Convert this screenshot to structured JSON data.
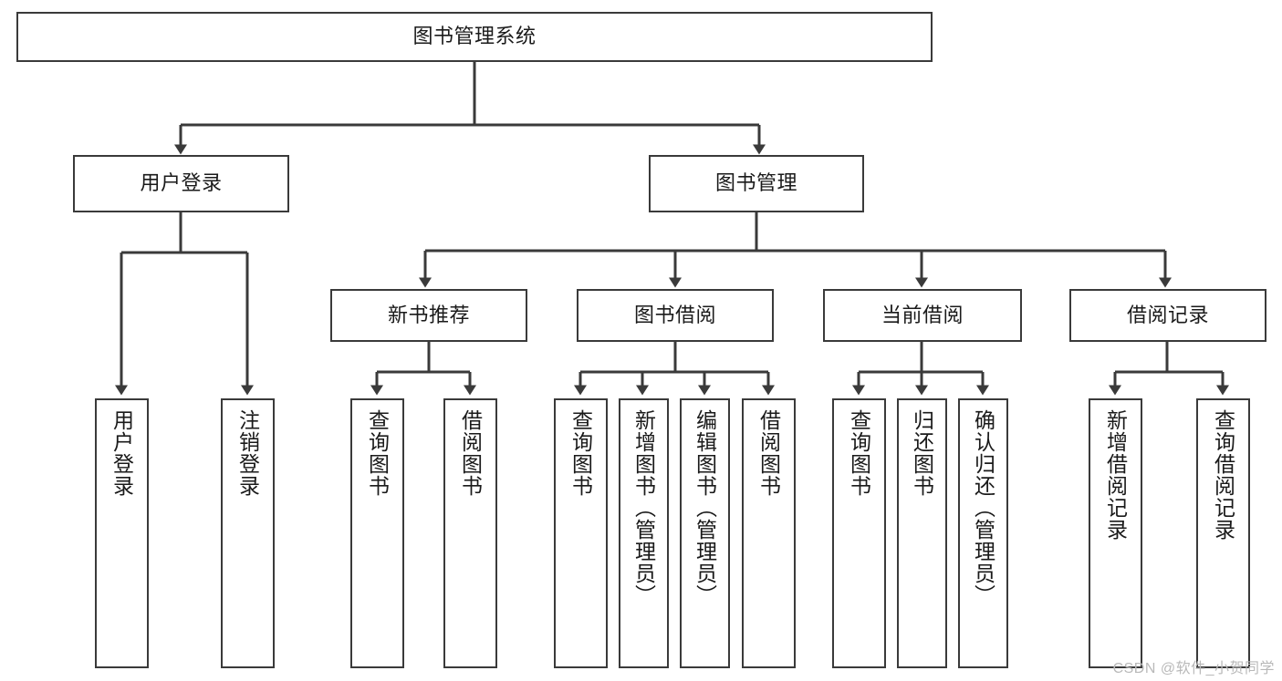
{
  "diagram": {
    "title": "图书管理系统",
    "type": "tree-hierarchy-flowchart",
    "colors": {
      "box_border": "#3a3a3a",
      "box_fill": "#ffffff",
      "edge": "#3a3a3a",
      "text": "#1a1a1a",
      "watermark": "#b9b9b9",
      "background": "#ffffff"
    },
    "root": {
      "label": "图书管理系统"
    },
    "level2": [
      {
        "label": "用户登录"
      },
      {
        "label": "图书管理"
      }
    ],
    "level3": [
      {
        "label": "新书推荐"
      },
      {
        "label": "图书借阅"
      },
      {
        "label": "当前借阅"
      },
      {
        "label": "借阅记录"
      }
    ],
    "leaves": {
      "user_login": [
        {
          "label": "用户登录"
        },
        {
          "label": "注销登录"
        }
      ],
      "new_book_recommend": [
        {
          "label": "查询图书"
        },
        {
          "label": "借阅图书"
        }
      ],
      "book_borrow": [
        {
          "label": "查询图书"
        },
        {
          "label": "新增图书（管理员）"
        },
        {
          "label": "编辑图书（管理员）"
        },
        {
          "label": "借阅图书"
        }
      ],
      "current_borrow": [
        {
          "label": "查询图书"
        },
        {
          "label": "归还图书"
        },
        {
          "label": "确认归还（管理员）"
        }
      ],
      "borrow_record": [
        {
          "label": "新增借阅记录"
        },
        {
          "label": "查询借阅记录"
        }
      ]
    },
    "watermark": "CSDN @软件_小贺同学"
  }
}
